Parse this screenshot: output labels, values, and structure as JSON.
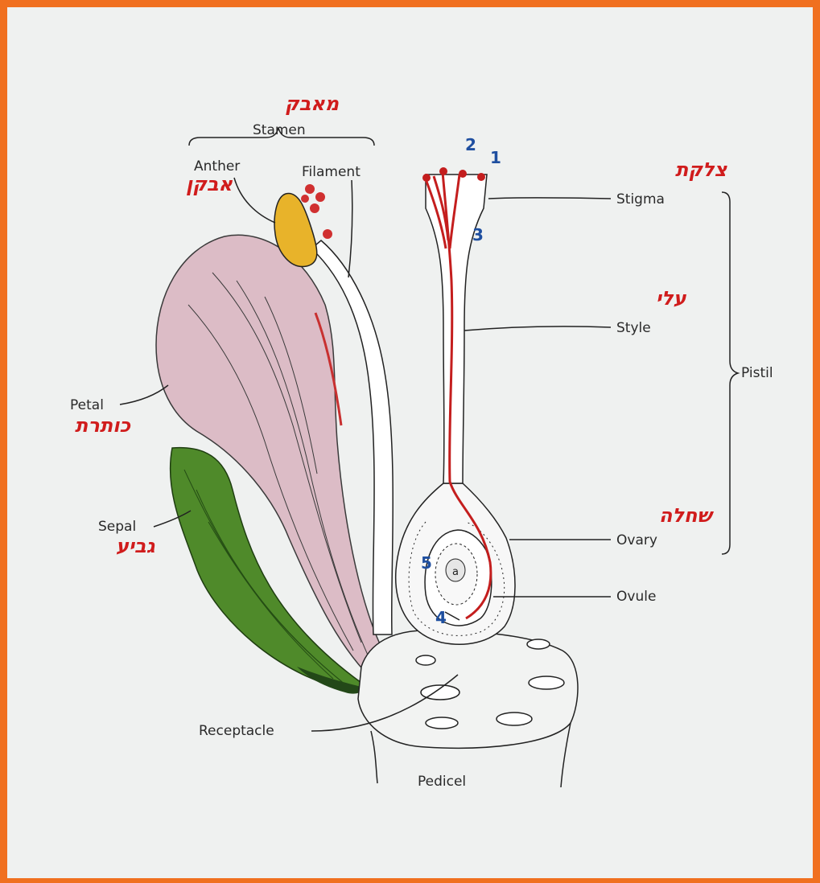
{
  "labels": {
    "stamen": "Stamen",
    "anther": "Anther",
    "filament": "Filament",
    "stigma": "Stigma",
    "style": "Style",
    "pistil": "Pistil",
    "petal": "Petal",
    "sepal": "Sepal",
    "ovary": "Ovary",
    "ovule": "Ovule",
    "receptacle": "Receptacle",
    "pedicel": "Pedicel",
    "ovule_core": "a"
  },
  "hebrew": {
    "stamen": "מאבק",
    "anther": "אבקן",
    "stigma": "צלקת",
    "style": "עלי",
    "ovary": "שחלה",
    "petal": "כותרת",
    "sepal": "גביע"
  },
  "numbers": {
    "n1": "1",
    "n2": "2",
    "n3": "3",
    "n4": "4",
    "n5": "5"
  },
  "colors": {
    "frame": "#f07020",
    "petal": "#dcbcc6",
    "sepal": "#4f8a2a",
    "anther": "#e8b32a",
    "pollen": "#d03030",
    "hebrew_text": "#d01c1c",
    "number_text": "#1f4fa0"
  }
}
